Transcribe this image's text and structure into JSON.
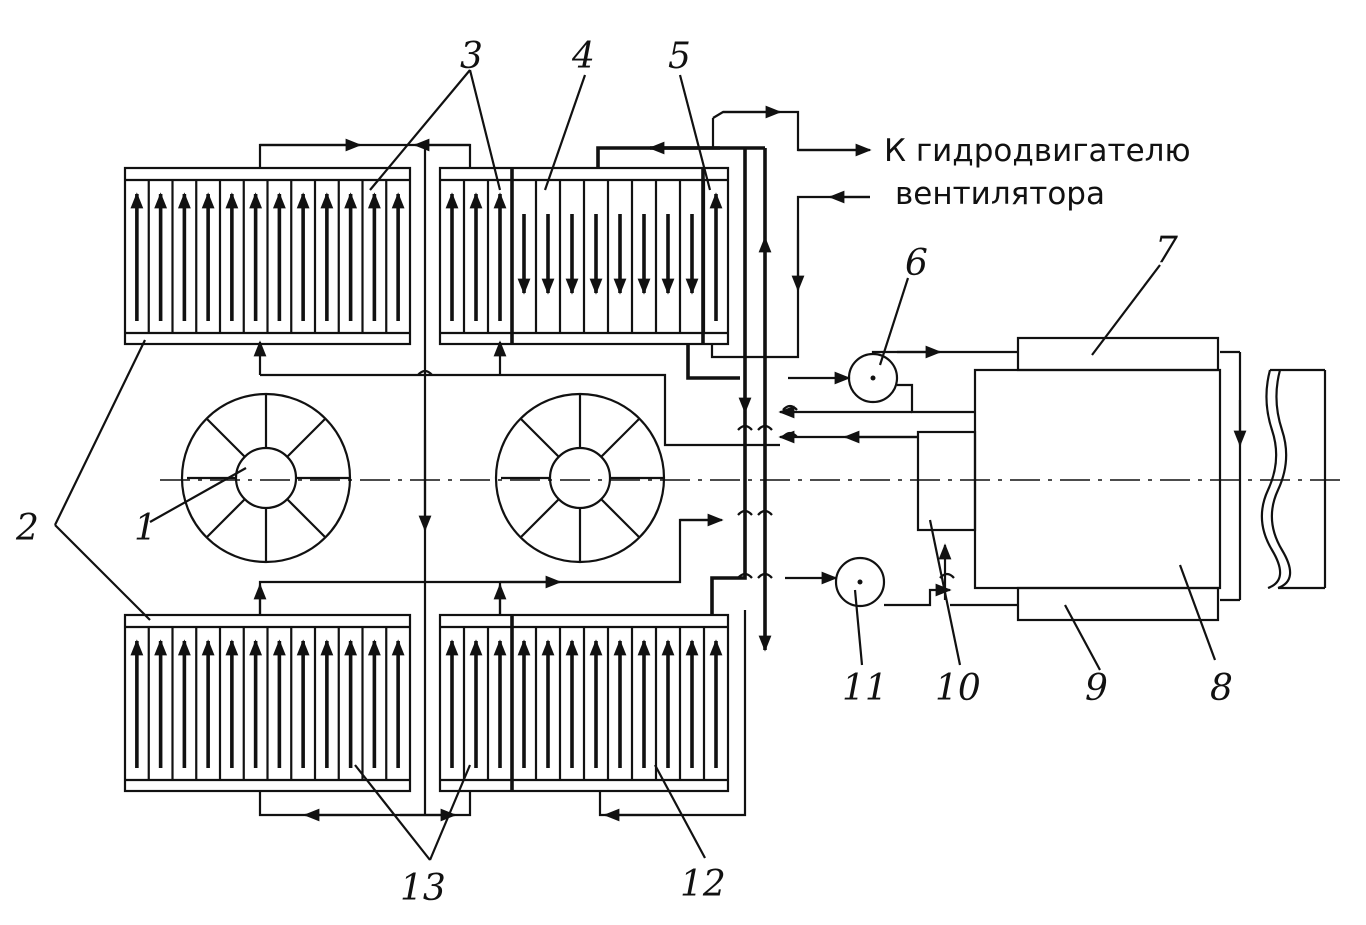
{
  "labels": {
    "n1": "1",
    "n2": "2",
    "n3": "3",
    "n4": "4",
    "n5": "5",
    "n6": "6",
    "n7": "7",
    "n8": "8",
    "n9": "9",
    "n10": "10",
    "n11": "11",
    "n12": "12",
    "n13": "13"
  },
  "annotation": {
    "line1": "К гидродвигателю",
    "line2": "вентилятора"
  },
  "colors": {
    "ink": "#111111",
    "background": "#ffffff"
  }
}
